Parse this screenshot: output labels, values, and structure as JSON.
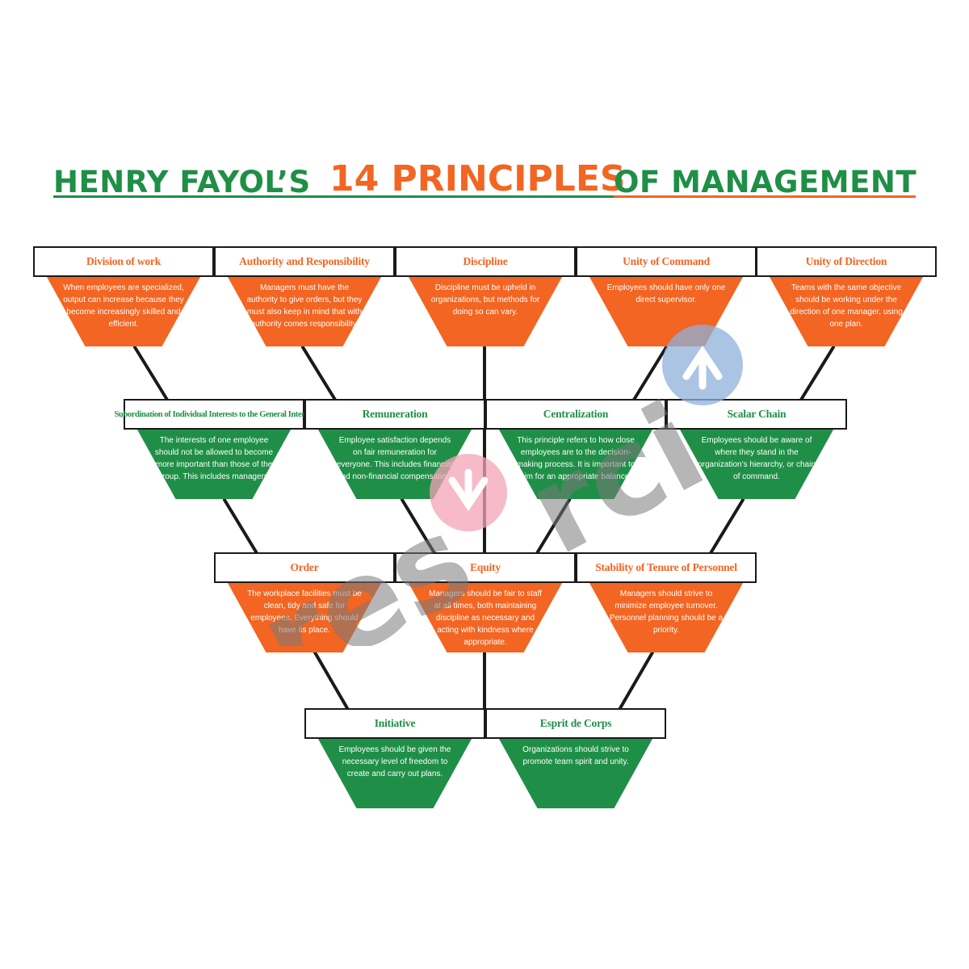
{
  "title": {
    "part1": "HENRY FAYOL’S",
    "part2": "14 PRINCIPLES",
    "part3": "OF MANAGEMENT"
  },
  "colors": {
    "orange": "#f26522",
    "green": "#1f8f47",
    "line": "#1a1a1a"
  },
  "principles": [
    {
      "title": "Division of work",
      "text": "When employees are specialized, output can increase because they become increasingly skilled and efficient."
    },
    {
      "title": "Authority and Responsibility",
      "text": "Managers must have the authority to give orders, but they must also keep in mind that with authority comes responsibility."
    },
    {
      "title": "Discipline",
      "text": "Discipline must be upheld in organizations, but methods for doing so can vary."
    },
    {
      "title": "Unity of Command",
      "text": "Employees should have only one direct supervisor."
    },
    {
      "title": "Unity of Direction",
      "text": "Teams with the same objective should be working under the direction of one manager, using one plan."
    },
    {
      "title": "Subordination of Individual Interests to the General Interest",
      "text": "The interests of one employee should not be allowed to become more important than those of the group. This includes managers."
    },
    {
      "title": "Remuneration",
      "text": "Employee satisfaction depends on fair remuneration for everyone. This includes financial and non-financial compensation."
    },
    {
      "title": "Centralization",
      "text": "This principle refers to how close employees are to the decision-making process. It is important to aim for an appropriate balance."
    },
    {
      "title": "Scalar Chain",
      "text": "Employees should be aware of where they stand in the organization’s hierarchy, or chain of command."
    },
    {
      "title": "Order",
      "text": "The workplace facilities must be clean, tidy and safe for employees. Everything should have its place."
    },
    {
      "title": "Equity",
      "text": "Managers should be fair to staff at all times, both maintaining discipline as necessary and acting with kindness where appropriate."
    },
    {
      "title": "Stability of Tenure of Personnel",
      "text": "Managers should strive to minimize employee turnover. Personnel planning should be a priority."
    },
    {
      "title": "Initiative",
      "text": "Employees should be given the necessary level of freedom to create and carry out plans."
    },
    {
      "title": "Esprit de Corps",
      "text": "Organizations should strive to promote team spirit and unity."
    }
  ],
  "watermark": {
    "text": "resorcio"
  }
}
